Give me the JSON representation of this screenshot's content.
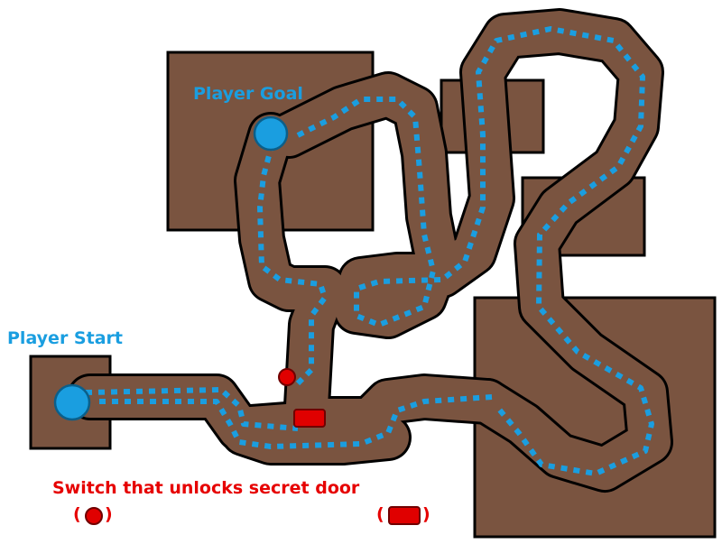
{
  "labels": {
    "player_goal": "Player Goal",
    "player_start": "Player Start",
    "switch_caption": "Switch that unlocks secret door",
    "legend_switch_open": "(",
    "legend_switch_close": ")",
    "legend_door_open": "(",
    "legend_door_close": ")"
  },
  "colors": {
    "floor": "#7a5440",
    "outline": "#000000",
    "path": "#1a9ee0",
    "player_marker": "#1a9ee0",
    "player_label": "#1a9ee0",
    "switch": "#e00000",
    "switch_label": "#e60000"
  }
}
